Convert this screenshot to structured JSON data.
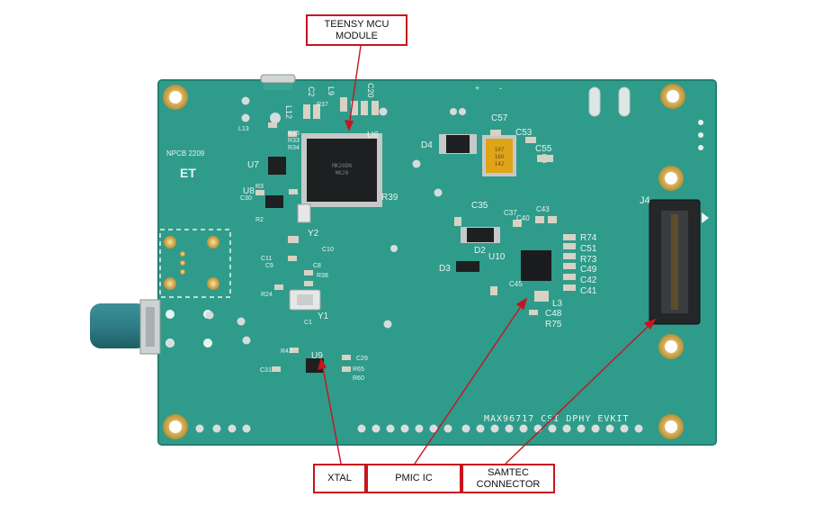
{
  "callouts": {
    "teensy": "TEENSY MCU\nMODULE",
    "xtal": "XTAL",
    "pmic": "PMIC IC",
    "samtec": "SAMTEC\nCONNECTOR"
  },
  "board": {
    "title": "MAX96717 CSI DPHY EVKIT",
    "pcb_code": "NPCB 2209",
    "logo": "ET",
    "refdes": {
      "u6": "U6",
      "u7": "U7",
      "u8": "U8",
      "u9": "U9",
      "u10": "U10",
      "y1": "Y1",
      "y2": "Y2",
      "d2": "D2",
      "d3": "D3",
      "d4": "D4",
      "j4": "J4",
      "l3": "L3",
      "l12": "L12",
      "l13": "L13",
      "l9": "L9",
      "c53": "C53",
      "c55": "C55",
      "c57": "C57",
      "c35": "C35",
      "c37": "C37",
      "c40": "C40",
      "c43": "C43",
      "c45": "C45",
      "c48": "C48",
      "c51": "C51",
      "c49": "C49",
      "c42": "C42",
      "c41": "C41",
      "c31": "C31",
      "c29": "C29",
      "c30": "C30",
      "c11": "C11",
      "c10": "C10",
      "c9": "C9",
      "c8": "C8",
      "c1": "C1",
      "c2": "C2",
      "c20": "C20",
      "r37": "R37",
      "r39": "R39",
      "r74": "R74",
      "r73": "R73",
      "r75": "R75",
      "r24": "R24",
      "r38": "R38",
      "r65": "R65",
      "r60": "R60",
      "r42": "R42",
      "r2": "R2",
      "r3": "R3",
      "r35": "R35",
      "r33": "R33",
      "r34": "R34"
    },
    "polarity": {
      "plus": "+",
      "minus": "-"
    },
    "cap_marking": "107\n16V\n142"
  },
  "colors": {
    "pcb": "#2f9b8b",
    "pcb_edge": "#23806f",
    "silk": "#e9f4ef",
    "callout_border": "#c8141e",
    "pointer": "#c8141e",
    "pad_gold": "#d6b25a",
    "chip": "#1d1f20",
    "tantalum": "#e0a419",
    "coax": "#2f7d85"
  }
}
